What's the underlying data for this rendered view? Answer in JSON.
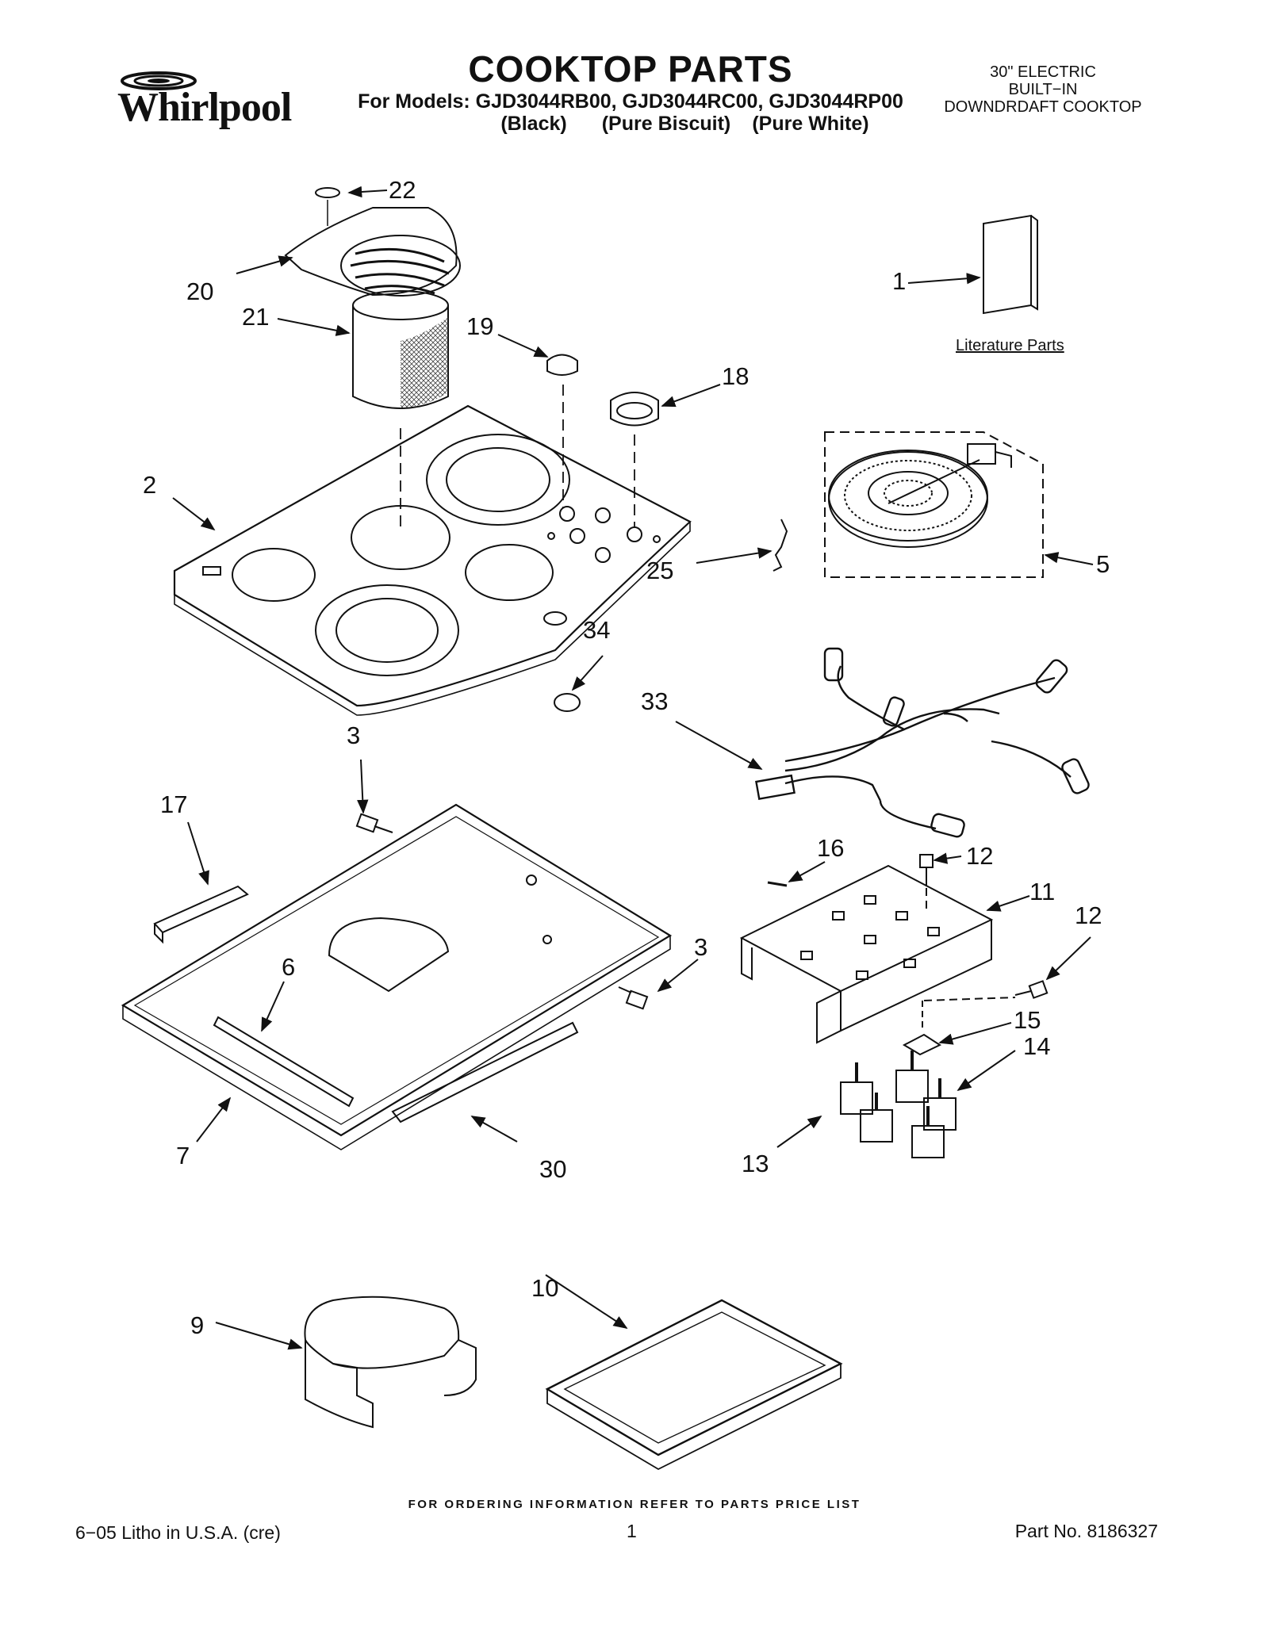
{
  "header": {
    "brand": "Whirlpool",
    "title": "COOKTOP PARTS",
    "models_line": "For Models: GJD3044RB00, GJD3044RC00, GJD3044RP00",
    "colors": [
      "(Black)",
      "(Pure Biscuit)",
      "(Pure White)"
    ],
    "spec_lines": [
      "30\" ELECTRIC",
      "BUILT−IN",
      "DOWNDRDAFT COOKTOP"
    ]
  },
  "labels": {
    "literature_parts": "Literature Parts"
  },
  "callouts": {
    "c22": "22",
    "c20": "20",
    "c21": "21",
    "c19": "19",
    "c18": "18",
    "c1": "1",
    "c2": "2",
    "c25": "25",
    "c5": "5",
    "c34": "34",
    "c33": "33",
    "c3a": "3",
    "c17": "17",
    "c16": "16",
    "c12a": "12",
    "c11": "11",
    "c12b": "12",
    "c3b": "3",
    "c6": "6",
    "c15": "15",
    "c14": "14",
    "c7": "7",
    "c30": "30",
    "c13": "13",
    "c10": "10",
    "c9": "9"
  },
  "footer": {
    "ordering_note": "FOR ORDERING INFORMATION REFER TO PARTS PRICE LIST",
    "litho": "6−05 Litho in U.S.A. (cre)",
    "page": "1",
    "part_no": "Part No. 8186327"
  }
}
